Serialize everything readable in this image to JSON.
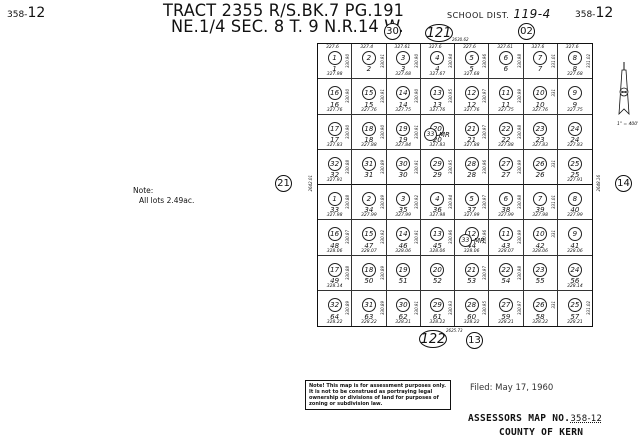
{
  "header": {
    "map_number_left": "358-12",
    "map_number_left_prefix": "358-",
    "map_number_left_suffix": "12",
    "title_line1": "TRACT 2355 R/S.BK.7 PG.191",
    "title_line2": "NE.1/4 SEC. 8 T. 9 N.R.14 W.",
    "school_dist_label": "SCHOOL DIST.",
    "school_dist_value": "119-4",
    "map_number_right_prefix": "358-",
    "map_number_right_suffix": "12"
  },
  "adjacent_maps": {
    "north_left": "30",
    "north_center": "121",
    "north_right": "02",
    "west": "21",
    "east": "14",
    "south_center": "122",
    "south_right": "13"
  },
  "boundary_dims": {
    "top_center": "2630.62",
    "bottom_center": "2625.73",
    "west_side": "2642.01",
    "east_side": "2648.16"
  },
  "north_arrow": {
    "scale": "1\" = 400'"
  },
  "note_lots": {
    "label": "Note:",
    "text": "All lots 2.49ac."
  },
  "parcels": {
    "rows": [
      [
        {
          "circle": "1",
          "lot": "1",
          "elev_top": "327.6",
          "elev": "327.98",
          "side": "330.90"
        },
        {
          "circle": "2",
          "lot": "2",
          "elev_top": "327.4",
          "elev": "",
          "side": "330.91"
        },
        {
          "circle": "3",
          "lot": "3",
          "elev_top": "327.61",
          "elev": "327.68",
          "side": "330.90"
        },
        {
          "circle": "4",
          "lot": "4",
          "elev_top": "327.6",
          "elev": "327.67",
          "side": "330.94"
        },
        {
          "circle": "5",
          "lot": "5",
          "elev_top": "327.6",
          "elev": "327.68",
          "side": "330.96"
        },
        {
          "circle": "6",
          "lot": "6",
          "elev_top": "327.61",
          "elev": "",
          "side": "330.98"
        },
        {
          "circle": "7",
          "lot": "7",
          "elev_top": "327.6",
          "elev": "",
          "side": "331.01"
        },
        {
          "circle": "8",
          "lot": "8",
          "elev_top": "327.6",
          "elev": "327.68",
          "side": "331.02"
        }
      ],
      [
        {
          "circle": "16",
          "lot": "16",
          "elev": "327.76",
          "side": "330.90"
        },
        {
          "circle": "15",
          "lot": "15",
          "elev": "327.76",
          "side": "330.91"
        },
        {
          "circle": "14",
          "lot": "14",
          "elev": "327.75",
          "side": "330.90"
        },
        {
          "circle": "13",
          "lot": "13",
          "elev": "327.76",
          "side": "330.95"
        },
        {
          "circle": "12",
          "lot": "12",
          "elev": "327.76",
          "side": "330.97"
        },
        {
          "circle": "11",
          "lot": "11",
          "elev": "327.75",
          "side": "330.99"
        },
        {
          "circle": "10",
          "lot": "10",
          "elev": "327.76",
          "side": "331"
        },
        {
          "circle": "9",
          "lot": "9",
          "elev": "327.75",
          "side": ""
        }
      ],
      [
        {
          "circle": "17",
          "lot": "17",
          "elev": "327.83",
          "side": "330.90"
        },
        {
          "circle": "18",
          "lot": "18",
          "elev": "327.88",
          "side": "330.90"
        },
        {
          "circle": "19",
          "lot": "19",
          "elev": "327.84",
          "side": "330.91"
        },
        {
          "circle": "20",
          "lot": "20",
          "elev": "327.83",
          "side": ""
        },
        {
          "circle": "21",
          "lot": "21",
          "elev": "327.88",
          "side": "330.97"
        },
        {
          "circle": "22",
          "lot": "22",
          "elev": "327.88",
          "side": "330.98"
        },
        {
          "circle": "23",
          "lot": "23",
          "elev": "327.83",
          "side": ""
        },
        {
          "circle": "24",
          "lot": "24",
          "elev": "327.83",
          "side": ""
        }
      ],
      [
        {
          "circle": "32",
          "lot": "32",
          "elev": "327.91",
          "side": "330.88"
        },
        {
          "circle": "31",
          "lot": "31",
          "elev": "",
          "side": "330.89"
        },
        {
          "circle": "30",
          "lot": "30",
          "elev": "",
          "side": "330.91"
        },
        {
          "circle": "29",
          "lot": "29",
          "elev": "",
          "side": "330.95"
        },
        {
          "circle": "28",
          "lot": "28",
          "elev": "",
          "side": "330.96"
        },
        {
          "circle": "27",
          "lot": "27",
          "elev": "",
          "side": "330.99"
        },
        {
          "circle": "26",
          "lot": "26",
          "elev": "",
          "side": "331"
        },
        {
          "circle": "25",
          "lot": "25",
          "elev": "327.91",
          "side": ""
        }
      ],
      [
        {
          "circle": "1",
          "lot": "33",
          "elev": "327.98",
          "side": "330.88"
        },
        {
          "circle": "2",
          "lot": "34",
          "elev": "327.99",
          "side": "330.89"
        },
        {
          "circle": "3",
          "lot": "35",
          "elev": "327.99",
          "side": "330.92"
        },
        {
          "circle": "4",
          "lot": "36",
          "elev": "327.98",
          "side": "330.94"
        },
        {
          "circle": "5",
          "lot": "37",
          "elev": "327.99",
          "side": "330.97"
        },
        {
          "circle": "6",
          "lot": "38",
          "elev": "327.99",
          "side": "330.98"
        },
        {
          "circle": "7",
          "lot": "39",
          "elev": "327.98",
          "side": "331.01"
        },
        {
          "circle": "8",
          "lot": "40",
          "elev": "327.99",
          "side": ""
        }
      ],
      [
        {
          "circle": "16",
          "lot": "48",
          "elev": "328.06",
          "side": "330.87"
        },
        {
          "circle": "15",
          "lot": "47",
          "elev": "328.07",
          "side": "330.92"
        },
        {
          "circle": "14",
          "lot": "46",
          "elev": "328.06",
          "side": "330.91"
        },
        {
          "circle": "13",
          "lot": "45",
          "elev": "328.06",
          "side": "330.96"
        },
        {
          "circle": "12",
          "lot": "44",
          "elev": "328.06",
          "side": "330.96"
        },
        {
          "circle": "11",
          "lot": "43",
          "elev": "328.07",
          "side": "330.99"
        },
        {
          "circle": "10",
          "lot": "42",
          "elev": "328.06",
          "side": "331"
        },
        {
          "circle": "9",
          "lot": "41",
          "elev": "328.06",
          "side": ""
        }
      ],
      [
        {
          "circle": "17",
          "lot": "49",
          "elev": "328.14",
          "side": "330.88"
        },
        {
          "circle": "18",
          "lot": "50",
          "elev": "",
          "side": "330.89"
        },
        {
          "circle": "19",
          "lot": "51",
          "elev": "",
          "side": ""
        },
        {
          "circle": "20",
          "lot": "52",
          "elev": "",
          "side": ""
        },
        {
          "circle": "21",
          "lot": "53",
          "elev": "",
          "side": "330.97"
        },
        {
          "circle": "22",
          "lot": "54",
          "elev": "",
          "side": "330.98"
        },
        {
          "circle": "23",
          "lot": "55",
          "elev": "",
          "side": ""
        },
        {
          "circle": "24",
          "lot": "56",
          "elev": "328.14",
          "side": ""
        }
      ],
      [
        {
          "circle": "32",
          "lot": "64",
          "elev": "328.22",
          "side": "330.89"
        },
        {
          "circle": "31",
          "lot": "63",
          "elev": "328.22",
          "side": "330.89"
        },
        {
          "circle": "30",
          "lot": "62",
          "elev": "328.21",
          "side": "330.91"
        },
        {
          "circle": "29",
          "lot": "61",
          "elev": "328.22",
          "side": "330.93"
        },
        {
          "circle": "28",
          "lot": "60",
          "elev": "328.22",
          "side": "330.95"
        },
        {
          "circle": "27",
          "lot": "59",
          "elev": "328.21",
          "side": "330.97"
        },
        {
          "circle": "26",
          "lot": "58",
          "elev": "328.22",
          "side": "331"
        },
        {
          "circle": "25",
          "lot": "57",
          "elev": "328.21",
          "side": "331.02"
        }
      ]
    ]
  },
  "map_refs": [
    {
      "circle": "33",
      "label": "MR"
    },
    {
      "circle": "33",
      "label": "MR"
    }
  ],
  "disclaimer": {
    "text": "Note! This map is for assessment purposes only. It is not to be construed as portraying legal ownership or divisions of land for purposes of zoning or subdivision law."
  },
  "footer": {
    "filed": "Filed: May 17, 1960",
    "assessors_label": "ASSESSORS MAP NO.",
    "assessors_no": "358-12",
    "county": "COUNTY OF KERN"
  }
}
